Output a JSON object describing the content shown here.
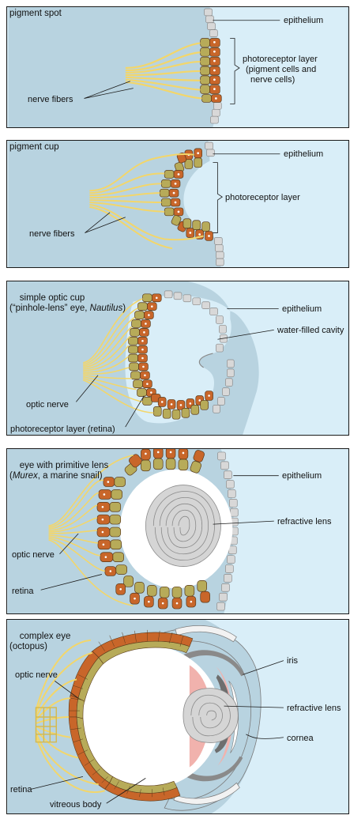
{
  "colors": {
    "body_tissue": "#b8d3e0",
    "water": "#d9eef8",
    "epithelium_cell": "#d8d8d8",
    "photoreceptor_pigment": "#c8662a",
    "photoreceptor_nerve": "#b7ab59",
    "nerve_fiber": "#f3d66a",
    "lens": "#d5d5d5",
    "iris": "#6e6e6e",
    "pink_tissue": "#f1b2ad",
    "cavity_white": "#ffffff"
  },
  "panels": [
    {
      "title": "pigment spot",
      "labels": {
        "epithelium": "epithelium",
        "photoreceptor_1": "photoreceptor layer",
        "photoreceptor_2": "(pigment cells and",
        "photoreceptor_3": "nerve cells)",
        "nerve_fibers": "nerve fibers"
      }
    },
    {
      "title": "pigment cup",
      "labels": {
        "epithelium": "epithelium",
        "photoreceptor": "photoreceptor layer",
        "nerve_fibers": "nerve fibers"
      }
    },
    {
      "title_1": "simple optic cup",
      "title_2a": "(“pinhole-lens” eye, ",
      "title_2b": "Nautilus",
      "title_2c": ")",
      "labels": {
        "epithelium": "epithelium",
        "cavity": "water-filled cavity",
        "optic_nerve": "optic nerve",
        "retina": "photoreceptor layer (retina)"
      }
    },
    {
      "title_1": "eye with primitive lens",
      "title_2a": "(",
      "title_2b": "Murex",
      "title_2c": ", a marine snail)",
      "labels": {
        "epithelium": "epithelium",
        "lens": "refractive lens",
        "optic_nerve": "optic nerve",
        "retina": "retina"
      }
    },
    {
      "title_1": "complex eye",
      "title_2": "(octopus)",
      "labels": {
        "optic_nerve": "optic nerve",
        "iris": "iris",
        "lens": "refractive lens",
        "cornea": "cornea",
        "retina": "retina",
        "vitreous": "vitreous body"
      }
    }
  ]
}
